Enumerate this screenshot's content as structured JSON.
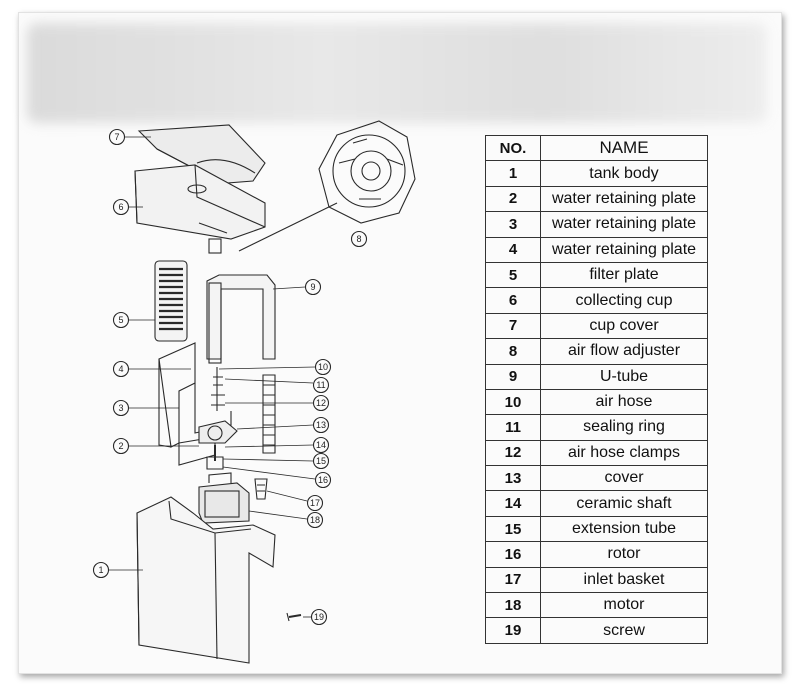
{
  "table": {
    "header_no": "NO.",
    "header_name": "NAME",
    "rows": [
      {
        "no": "1",
        "name": "tank body"
      },
      {
        "no": "2",
        "name": "water retaining plate"
      },
      {
        "no": "3",
        "name": "water retaining plate"
      },
      {
        "no": "4",
        "name": "water retaining plate"
      },
      {
        "no": "5",
        "name": "filter plate"
      },
      {
        "no": "6",
        "name": "collecting cup"
      },
      {
        "no": "7",
        "name": "cup cover"
      },
      {
        "no": "8",
        "name": "air flow adjuster"
      },
      {
        "no": "9",
        "name": "U-tube"
      },
      {
        "no": "10",
        "name": "air hose"
      },
      {
        "no": "11",
        "name": "sealing ring"
      },
      {
        "no": "12",
        "name": "air hose clamps"
      },
      {
        "no": "13",
        "name": "cover"
      },
      {
        "no": "14",
        "name": "ceramic shaft"
      },
      {
        "no": "15",
        "name": "extension tube"
      },
      {
        "no": "16",
        "name": "rotor"
      },
      {
        "no": "17",
        "name": "inlet basket"
      },
      {
        "no": "18",
        "name": "motor"
      },
      {
        "no": "19",
        "name": "screw"
      }
    ]
  },
  "callouts": [
    "1",
    "2",
    "3",
    "4",
    "5",
    "6",
    "7",
    "8",
    "9",
    "10",
    "11",
    "12",
    "13",
    "14",
    "15",
    "16",
    "17",
    "18",
    "19"
  ]
}
